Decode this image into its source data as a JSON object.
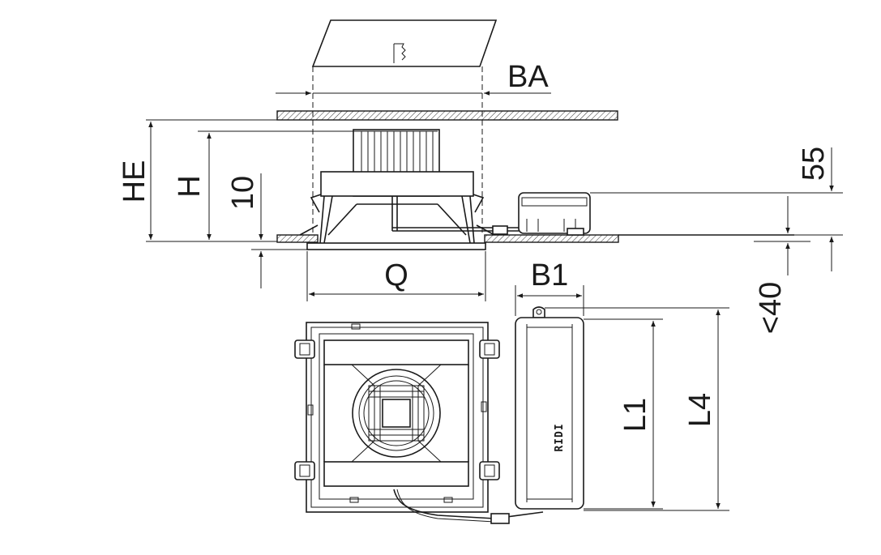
{
  "dimensions": {
    "BA": "BA",
    "HE": "HE",
    "H": "H",
    "ten": "10",
    "Q": "Q",
    "B1": "B1",
    "fiftyfive": "55",
    "lt40": "<40",
    "L1": "L1",
    "L4": "L4"
  },
  "brand": {
    "logo": "RIDI"
  },
  "colors": {
    "line": "#1a1a1a",
    "background": "#ffffff",
    "hatch": "#1a1a1a"
  }
}
